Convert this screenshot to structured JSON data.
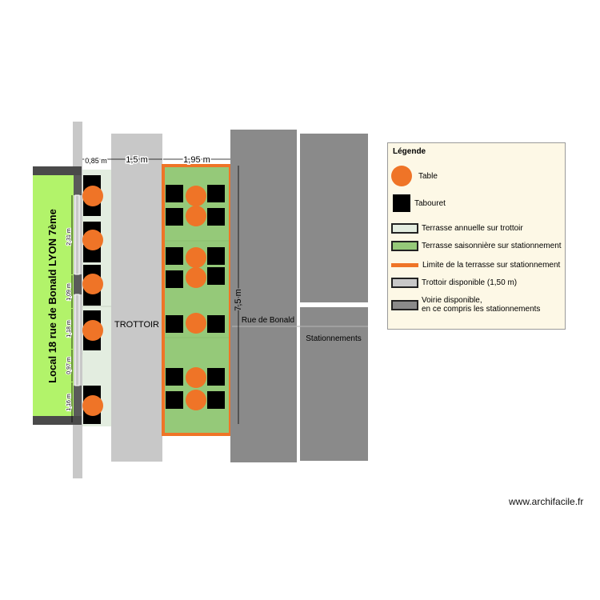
{
  "plan": {
    "local_label": "Local 18 rue de Bonald LYON 7ème",
    "sidewalk_label": "TROTTOIR",
    "street_label": "Rue de Bonald",
    "parking_label": "Stationnements",
    "dim_085": "0,85 m",
    "dim_15": "1,5 m",
    "dim_195": "1,95 m",
    "dim_75": "7,5 m",
    "dim_231": "2,31 m",
    "dim_109": "1,09 m",
    "dim_118": "1,18 m",
    "dim_097": "0,97 m",
    "dim_116": "1,16 m"
  },
  "legend": {
    "title": "Légende",
    "table": "Table",
    "stool": "Tabouret",
    "annual": "Terrasse annuelle sur trottoir",
    "seasonal": "Terrasse saisonnière sur stationnement",
    "limit": "Limite de la terrasse sur stationnement",
    "sidewalk": "Trottoir disponible (1,50 m)",
    "road_1": "Voirie disponible,",
    "road_2": "en ce compris les stationnements"
  },
  "colors": {
    "table": "#ef7427",
    "stool": "#000000",
    "annual_terrace": "#e3ede0",
    "seasonal_terrace": "#95c979",
    "terrace_limit": "#ef7427",
    "sidewalk": "#c8c8c8",
    "road": "#8a8a8a",
    "local": "#b2f36a",
    "legend_bg": "#fdf8e6"
  },
  "credit": "www.archifacile.fr"
}
